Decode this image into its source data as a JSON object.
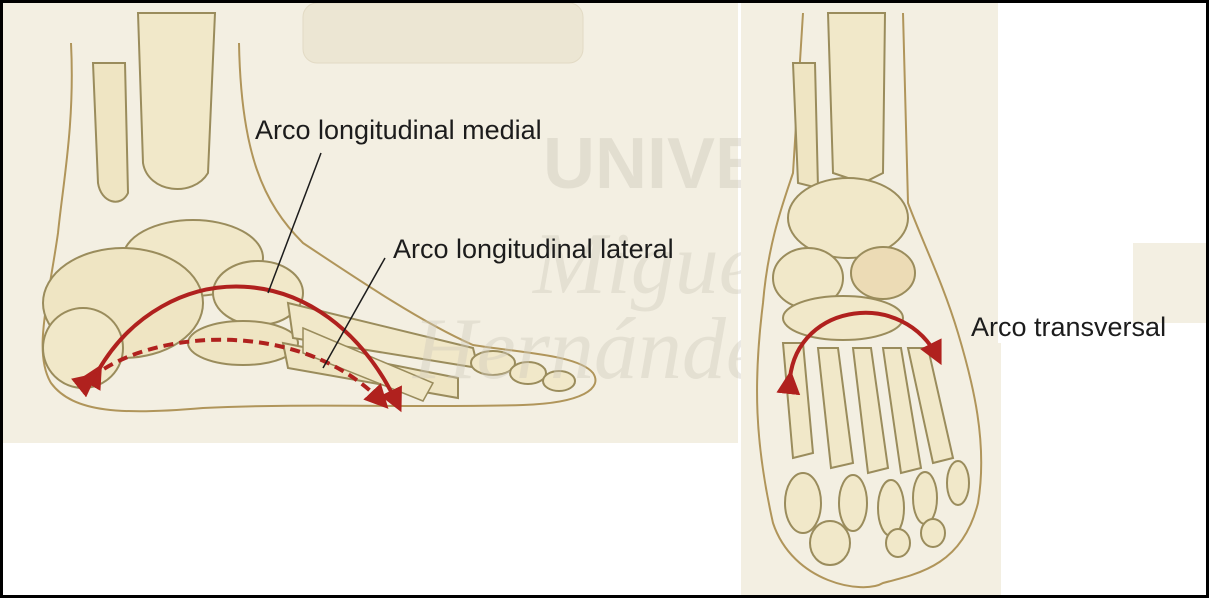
{
  "labels": {
    "medial": "Arco longitudinal medial",
    "lateral": "Arco longitudinal lateral",
    "transversal": "Arco transversal"
  },
  "watermark": {
    "line1": "UNIVERSITAS",
    "line2": "Miguel",
    "line3": "Hernández"
  },
  "colors": {
    "arrow": "#b0211e",
    "bone": "#f1e8c9",
    "bone_outline": "#9a8c5c",
    "skin_outline": "#b0955a",
    "background_panel": "#f3efe2",
    "frame": "#000000"
  }
}
